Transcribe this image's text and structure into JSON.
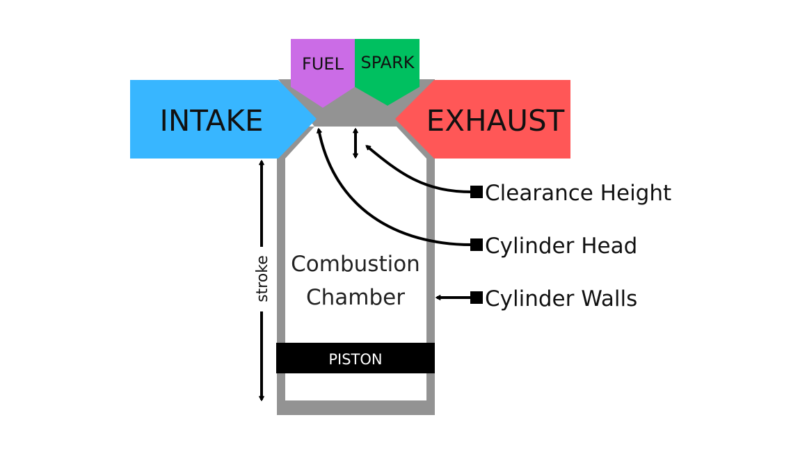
{
  "diagram": {
    "intake": "INTAKE",
    "exhaust": "EXHAUST",
    "fuel": "FUEL",
    "spark": "SPARK",
    "chamber_line1": "Combustion",
    "chamber_line2": "Chamber",
    "piston": "PISTON",
    "stroke": "stroke",
    "callouts": {
      "clearance_height": "Clearance Height",
      "cylinder_head": "Cylinder Head",
      "cylinder_walls": "Cylinder Walls"
    }
  },
  "colors": {
    "intake": "#38b6ff",
    "exhaust": "#ff5757",
    "fuel": "#cb6ce6",
    "spark": "#00c060",
    "metal": "#939393",
    "piston": "#000000",
    "ink": "#000000"
  }
}
